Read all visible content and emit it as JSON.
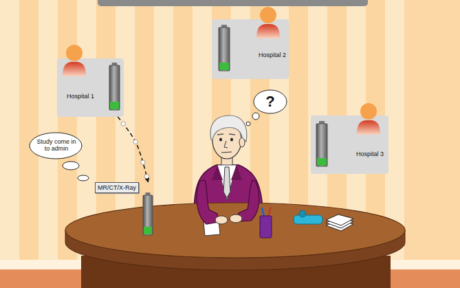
{
  "diagram": {
    "nodes": [
      {
        "text": [
          "Hospital 1"
        ]
      },
      {
        "text": [
          "Hospital 2"
        ]
      },
      {
        "text": [
          "Hospital 3"
        ]
      },
      {
        "text": [
          "Study come in to admin"
        ]
      },
      {
        "text": [
          "?"
        ]
      },
      {
        "text": [
          "MR/CT/X-Ray"
        ]
      }
    ],
    "edges": [
      {
        "from": 0,
        "to": 5,
        "arrow": "to"
      }
    ]
  }
}
